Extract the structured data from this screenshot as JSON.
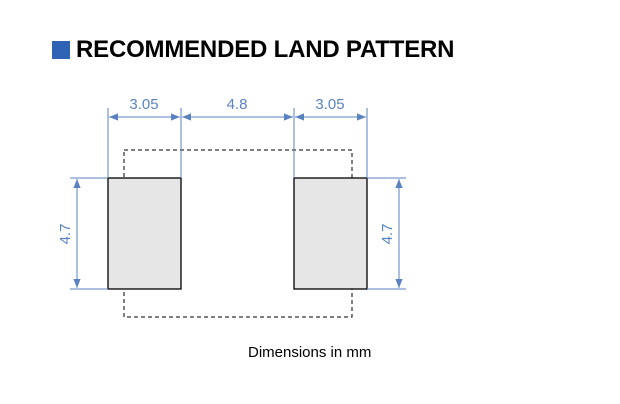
{
  "header": {
    "title": "RECOMMENDED LAND PATTERN",
    "marker_icon": "blue-square-icon"
  },
  "dimensions": {
    "left_pad_width": "3.05",
    "pad_gap": "4.8",
    "right_pad_width": "3.05",
    "left_pad_height": "4.7",
    "right_pad_height": "4.7"
  },
  "caption": "Dimensions in mm",
  "colors": {
    "marker": "#2f63b5",
    "dimension_line": "#5b82c0",
    "dimension_text": "#5b82c0",
    "pad_fill": "#e6e6e6",
    "pad_stroke": "#000000",
    "outline": "#000000"
  }
}
